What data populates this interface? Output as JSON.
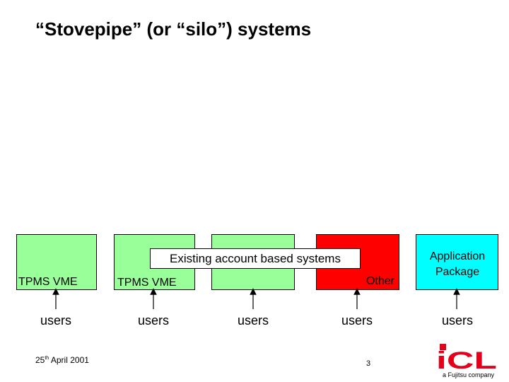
{
  "slide": {
    "title": "“Stovepipe” (or “silo”) systems",
    "callout": "Existing account based systems",
    "date_day": "25",
    "date_suffix": "th",
    "date_rest": " April 2001",
    "page_number": "3"
  },
  "colors": {
    "green_box": "#99ff99",
    "red_box": "#ff0000",
    "cyan_box": "#00ffff",
    "logo_red": "#e2001a"
  },
  "boxes": [
    {
      "label": "TPMS VME",
      "color": "#99ff99"
    },
    {
      "label": "TPMS VME",
      "color": "#99ff99"
    },
    {
      "label": "",
      "color": "#99ff99"
    },
    {
      "label": "Other",
      "color": "#ff0000"
    },
    {
      "label": "Application Package",
      "color": "#00ffff"
    }
  ],
  "users": [
    "users",
    "users",
    "users",
    "users",
    "users"
  ],
  "logo": {
    "wordmark": "iCL",
    "tagline": "a Fujitsu company"
  }
}
